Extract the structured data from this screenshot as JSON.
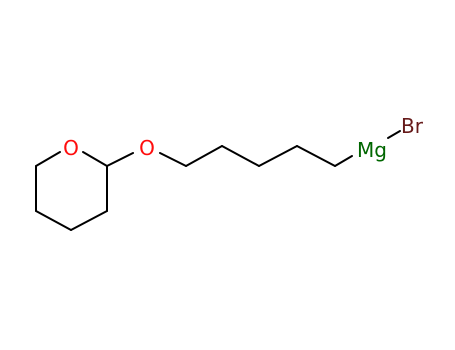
{
  "molecule": {
    "atoms": {
      "ring_oxygen": {
        "symbol": "O",
        "color": "#ff0d0d"
      },
      "ether_oxygen": {
        "symbol": "O",
        "color": "#ff0d0d"
      },
      "magnesium": {
        "symbol": "Mg",
        "color": "#006600"
      },
      "bromine": {
        "symbol": "Br",
        "color": "#661a1a"
      }
    }
  }
}
